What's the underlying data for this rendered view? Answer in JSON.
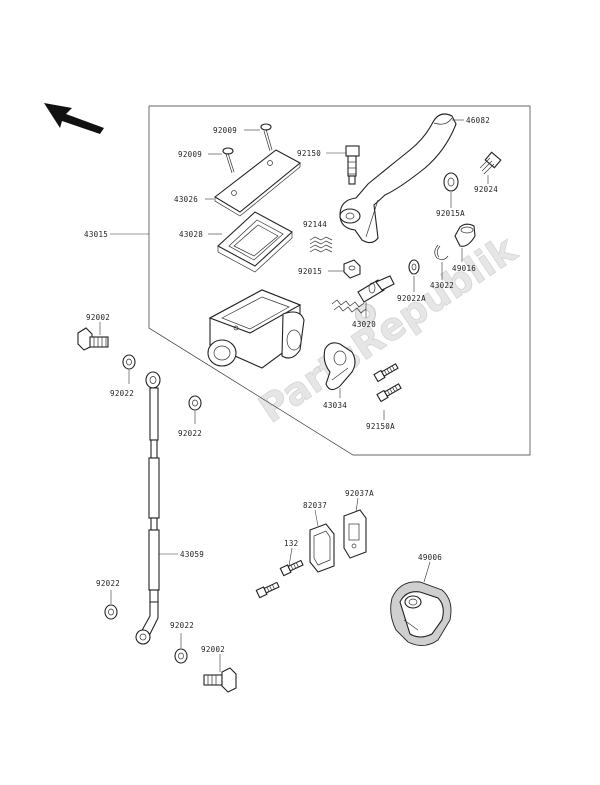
{
  "diagram": {
    "watermark": "PartsRepublik",
    "labels": {
      "p92009_top": "92009",
      "p92009": "92009",
      "p43026": "43026",
      "p43028": "43028",
      "p43015": "43015",
      "p92150": "92150",
      "p92144": "92144",
      "p92015": "92015",
      "p46082": "46082",
      "p92002_top": "92002",
      "p92022_a": "92022",
      "p92022_b": "92022",
      "p92024": "92024",
      "p92015_4": "92015A",
      "p92022_right": "92022A",
      "p43022": "43022",
      "p49016": "49016",
      "p43020": "43020",
      "p43034": "43034",
      "p92150a": "92150A",
      "p43059": "43059",
      "p92022_c": "92022",
      "p92022_d": "92022",
      "p92002_bot": "92002",
      "p82037": "82037",
      "p92037a": "92037A",
      "p132": "132",
      "p49006": "49006"
    }
  }
}
